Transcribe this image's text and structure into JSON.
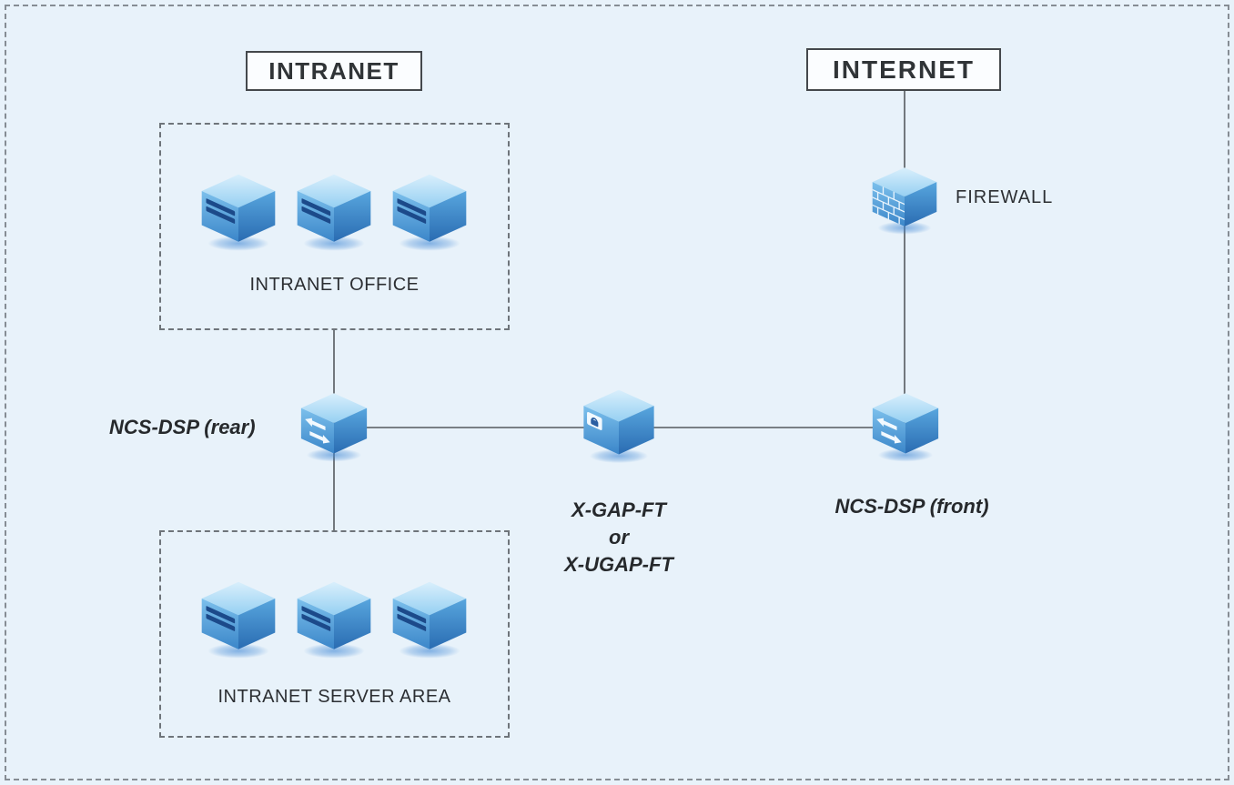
{
  "diagram": {
    "zones": {
      "intranet": "INTRANET",
      "internet": "INTERNET"
    },
    "groups": {
      "office": {
        "label": "INTRANET OFFICE",
        "server_count": 3,
        "icon": "server-icon"
      },
      "server_area": {
        "label": "INTRANET SERVER AREA",
        "server_count": 3,
        "icon": "server-icon"
      }
    },
    "nodes": {
      "ncs_dsp_rear": {
        "label": "NCS-DSP (rear)",
        "icon": "switch-icon"
      },
      "gateway": {
        "label_line1": "X-GAP-FT",
        "label_line2": "or",
        "label_line3": "X-UGAP-FT",
        "icon": "security-gateway-icon"
      },
      "ncs_dsp_front": {
        "label": "NCS-DSP (front)",
        "icon": "switch-icon"
      },
      "firewall": {
        "label": "FIREWALL",
        "icon": "firewall-icon"
      }
    },
    "edges": [
      {
        "from": "INTERNET",
        "to": "FIREWALL"
      },
      {
        "from": "FIREWALL",
        "to": "NCS-DSP (front)"
      },
      {
        "from": "NCS-DSP (front)",
        "to": "X-GAP-FT / X-UGAP-FT"
      },
      {
        "from": "X-GAP-FT / X-UGAP-FT",
        "to": "NCS-DSP (rear)"
      },
      {
        "from": "NCS-DSP (rear)",
        "to": "INTRANET OFFICE"
      },
      {
        "from": "NCS-DSP (rear)",
        "to": "INTRANET SERVER AREA"
      }
    ],
    "colors": {
      "background": "#e8f2fa",
      "connector": "#54595e",
      "dashed_border": "#6e747a",
      "text": "#2c2f33",
      "icon_blue_light": "#d9effc",
      "icon_blue_mid": "#58a6de",
      "icon_blue_dark": "#2a6cb2",
      "icon_stripe_navy": "#1c4a8a"
    }
  }
}
